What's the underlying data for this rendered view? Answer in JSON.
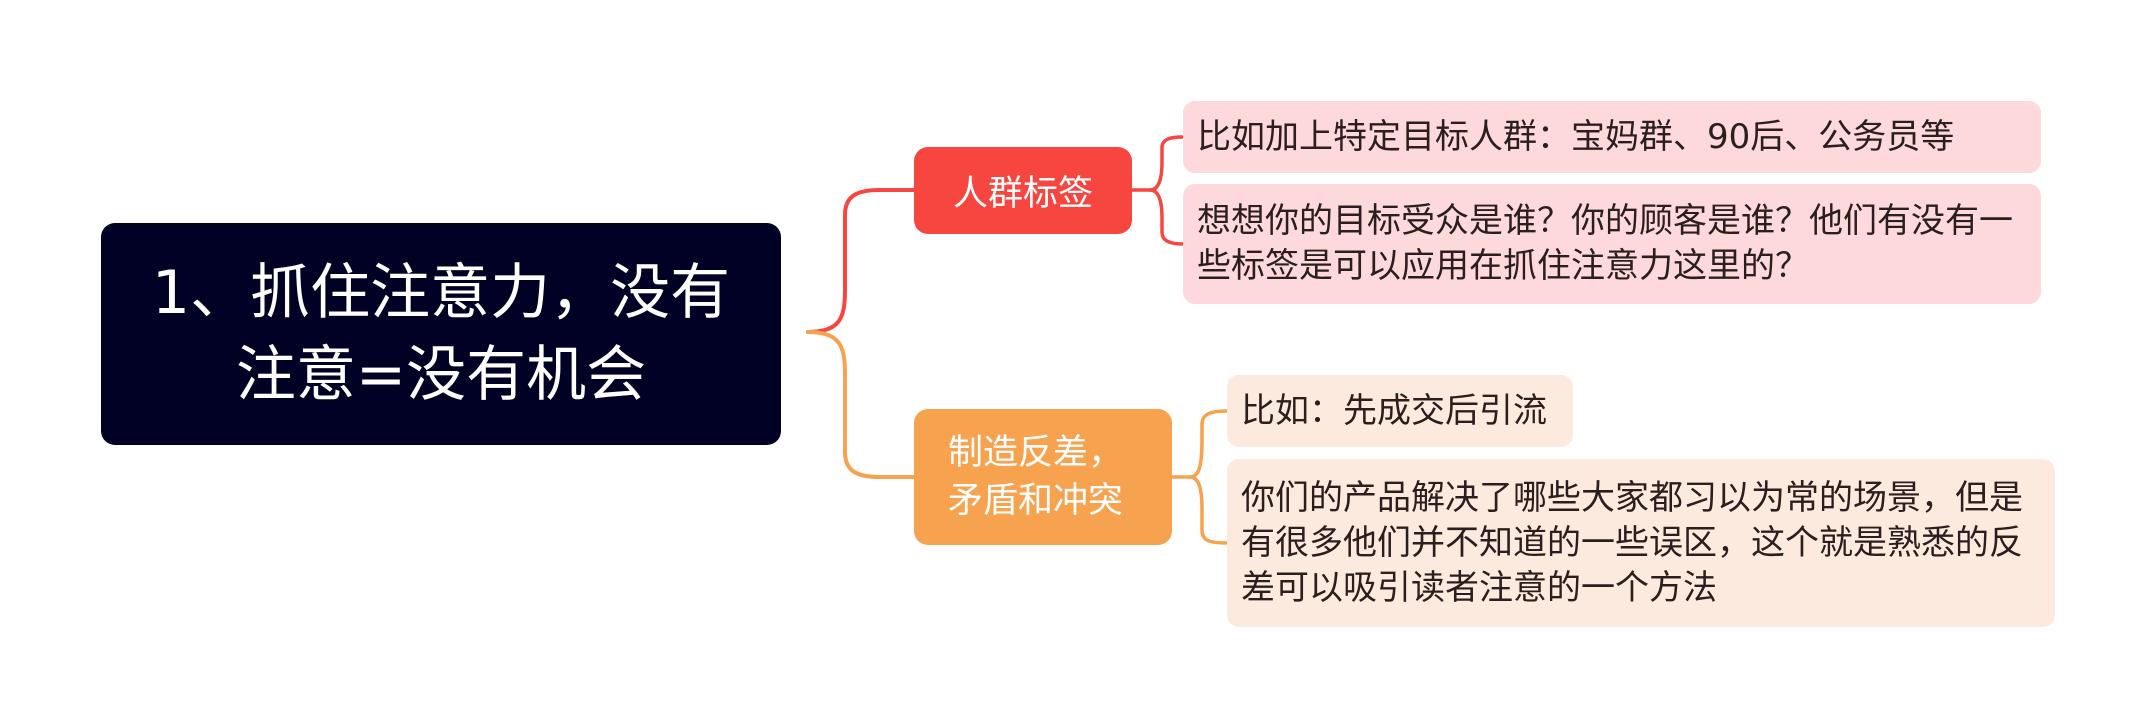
{
  "root": {
    "text": "1、抓住注意力，没有注意=没有机会"
  },
  "branches": [
    {
      "label": "人群标签",
      "color": "#f7463f",
      "leaf_color": "#fdd9db",
      "leaves": [
        "比如加上特定目标人群：宝妈群、90后、公务员等",
        "想想你的目标受众是谁？你的顾客是谁？他们有没有一些标签是可以应用在抓住注意力这里的？"
      ]
    },
    {
      "label": "制造反差，矛盾和冲突",
      "color": "#f7a24f",
      "leaf_color": "#fdeade",
      "leaves": [
        "比如：先成交后引流",
        "你们的产品解决了哪些大家都习以为常的场景，但是有很多他们并不知道的一些误区，这个就是熟悉的反差可以吸引读者注意的一个方法"
      ]
    }
  ]
}
